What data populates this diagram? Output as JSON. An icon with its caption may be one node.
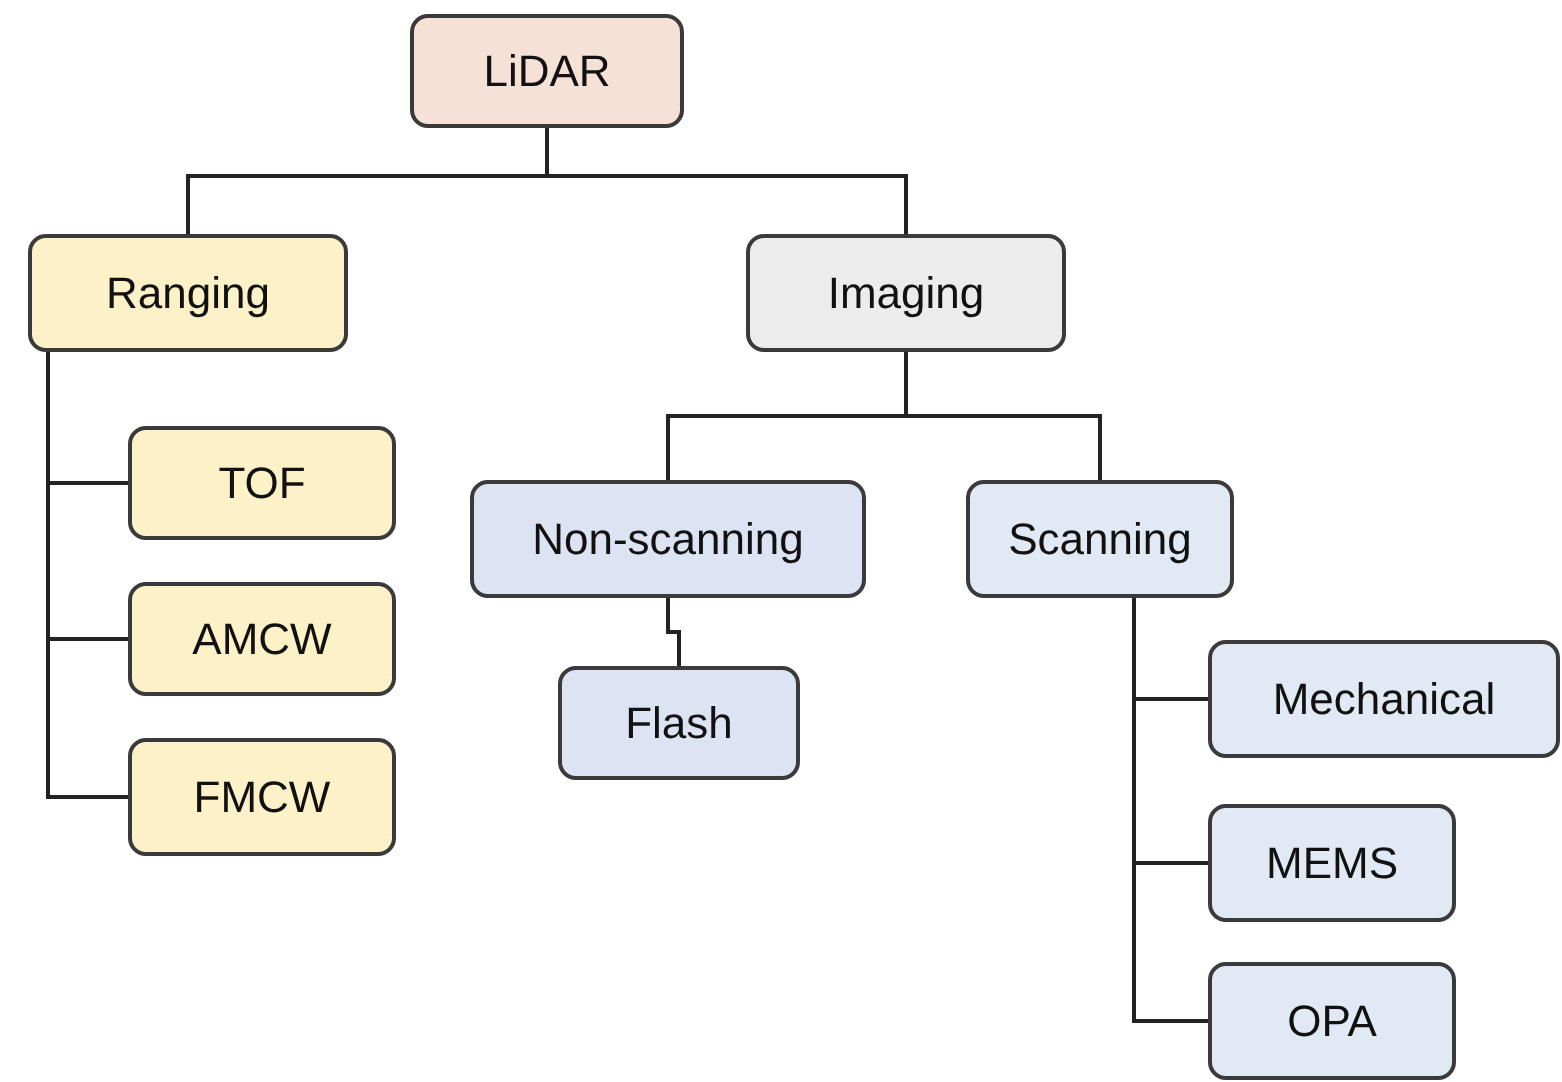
{
  "diagram": {
    "nodes": [
      {
        "text": [
          "LiDAR"
        ]
      },
      {
        "text": [
          "Ranging"
        ]
      },
      {
        "text": [
          "Imaging"
        ]
      },
      {
        "text": [
          "TOF"
        ]
      },
      {
        "text": [
          "AMCW"
        ]
      },
      {
        "text": [
          "FMCW"
        ]
      },
      {
        "text": [
          "Non-scanning"
        ]
      },
      {
        "text": [
          "Scanning"
        ]
      },
      {
        "text": [
          "Flash"
        ]
      },
      {
        "text": [
          "Mechanical"
        ]
      },
      {
        "text": [
          "MEMS"
        ]
      },
      {
        "text": [
          "OPA"
        ]
      }
    ],
    "edges": [
      {
        "from": 0,
        "to": 1,
        "arrow": "none"
      },
      {
        "from": 0,
        "to": 2,
        "arrow": "none"
      },
      {
        "from": 1,
        "to": 3,
        "arrow": "none"
      },
      {
        "from": 1,
        "to": 4,
        "arrow": "none"
      },
      {
        "from": 1,
        "to": 5,
        "arrow": "none"
      },
      {
        "from": 2,
        "to": 6,
        "arrow": "none"
      },
      {
        "from": 2,
        "to": 7,
        "arrow": "none"
      },
      {
        "from": 6,
        "to": 8,
        "arrow": "none"
      },
      {
        "from": 7,
        "to": 9,
        "arrow": "none"
      },
      {
        "from": 7,
        "to": 10,
        "arrow": "none"
      },
      {
        "from": 7,
        "to": 11,
        "arrow": "none"
      }
    ]
  }
}
